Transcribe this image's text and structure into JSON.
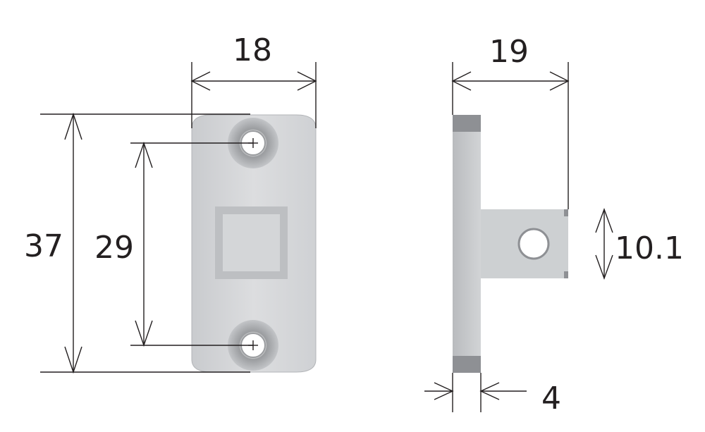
{
  "dimensions": {
    "plate_width": "18",
    "total_depth": "19",
    "plate_height": "37",
    "hole_spacing": "29",
    "tab_height": "10.1",
    "plate_thickness": "4"
  },
  "colors": {
    "metal_light": "#d9dadc",
    "metal_mid": "#c6c8cb",
    "metal_dark": "#8e9094",
    "line": "#231f20"
  }
}
